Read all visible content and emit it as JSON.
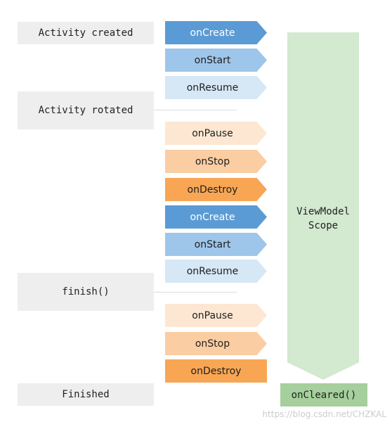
{
  "stages": {
    "created": "Activity created",
    "rotated": "Activity rotated",
    "finish": "finish()",
    "finished": "Finished"
  },
  "events": [
    {
      "label": "onCreate",
      "color": "#5b9bd5",
      "text_color": "#ffffff"
    },
    {
      "label": "onStart",
      "color": "#9ec5ea",
      "text_color": "#1f1f1f"
    },
    {
      "label": "onResume",
      "color": "#d6e7f6",
      "text_color": "#1f1f1f"
    },
    {
      "label": "onPause",
      "color": "#fde7d2",
      "text_color": "#1f1f1f"
    },
    {
      "label": "onStop",
      "color": "#fbcda3",
      "text_color": "#1f1f1f"
    },
    {
      "label": "onDestroy",
      "color": "#f8a654",
      "text_color": "#1f1f1f"
    },
    {
      "label": "onCreate",
      "color": "#5b9bd5",
      "text_color": "#ffffff"
    },
    {
      "label": "onStart",
      "color": "#9ec5ea",
      "text_color": "#1f1f1f"
    },
    {
      "label": "onResume",
      "color": "#d6e7f6",
      "text_color": "#1f1f1f"
    },
    {
      "label": "onPause",
      "color": "#fde7d2",
      "text_color": "#1f1f1f"
    },
    {
      "label": "onStop",
      "color": "#fbcda3",
      "text_color": "#1f1f1f"
    },
    {
      "label": "onDestroy",
      "color": "#f8a654",
      "text_color": "#1f1f1f"
    }
  ],
  "scope": {
    "line1": "ViewModel",
    "line2": "Scope",
    "color": "#d3e9d0"
  },
  "cleared": {
    "label": "onCleared()",
    "color": "#a5cf9c"
  },
  "watermark": "https://blog.csdn.net/CHZKAL"
}
